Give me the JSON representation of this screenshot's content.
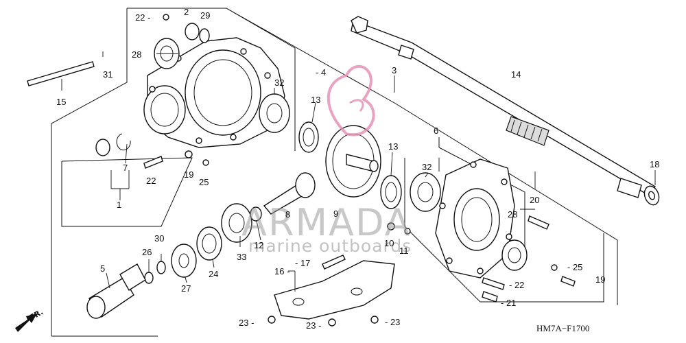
{
  "diagram": {
    "code": "HM7A−F1700",
    "direction": "FR.",
    "watermark": {
      "title": "ARMADA",
      "subtitle": "marine outboards"
    },
    "callouts": [
      {
        "id": "c22a",
        "text": "22 -"
      },
      {
        "id": "c2",
        "text": "2"
      },
      {
        "id": "c29",
        "text": "29"
      },
      {
        "id": "c28a",
        "text": "28"
      },
      {
        "id": "c31",
        "text": "31"
      },
      {
        "id": "c15",
        "text": "15"
      },
      {
        "id": "c32a",
        "text": "32"
      },
      {
        "id": "c4",
        "text": "- 4"
      },
      {
        "id": "c3",
        "text": "3"
      },
      {
        "id": "c14",
        "text": "14"
      },
      {
        "id": "c13a",
        "text": "13"
      },
      {
        "id": "c7",
        "text": "7"
      },
      {
        "id": "c22b",
        "text": "22"
      },
      {
        "id": "c19a",
        "text": "19"
      },
      {
        "id": "c25a",
        "text": "25"
      },
      {
        "id": "c1",
        "text": "1"
      },
      {
        "id": "c6",
        "text": "6"
      },
      {
        "id": "c13b",
        "text": "13"
      },
      {
        "id": "c32b",
        "text": "32"
      },
      {
        "id": "c18",
        "text": "18"
      },
      {
        "id": "c20",
        "text": "20"
      },
      {
        "id": "c28b",
        "text": "28"
      },
      {
        "id": "c8",
        "text": "8"
      },
      {
        "id": "c9",
        "text": "9"
      },
      {
        "id": "c10",
        "text": "10"
      },
      {
        "id": "c11",
        "text": "11"
      },
      {
        "id": "c12",
        "text": "12"
      },
      {
        "id": "c33",
        "text": "33"
      },
      {
        "id": "c30",
        "text": "30"
      },
      {
        "id": "c26",
        "text": "26"
      },
      {
        "id": "c24",
        "text": "24"
      },
      {
        "id": "c27",
        "text": "27"
      },
      {
        "id": "c5",
        "text": "5"
      },
      {
        "id": "c17",
        "text": "- 17"
      },
      {
        "id": "c16",
        "text": "16 -"
      },
      {
        "id": "c25b",
        "text": "- 25"
      },
      {
        "id": "c19b",
        "text": "19"
      },
      {
        "id": "c22c",
        "text": "- 22"
      },
      {
        "id": "c21",
        "text": "- 21"
      },
      {
        "id": "c23a",
        "text": "23 -"
      },
      {
        "id": "c23b",
        "text": "23 -"
      },
      {
        "id": "c23c",
        "text": "- 23"
      }
    ]
  }
}
